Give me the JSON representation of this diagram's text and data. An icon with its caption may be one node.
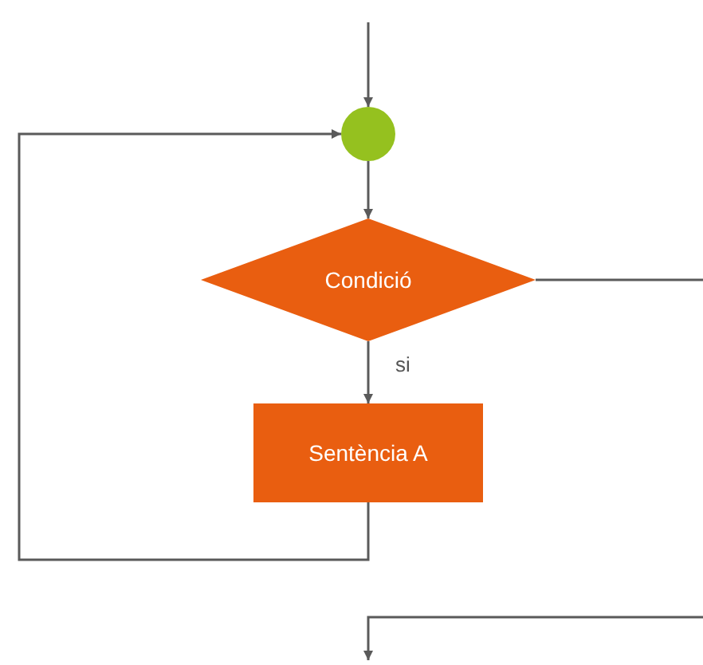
{
  "diagram": {
    "nodes": [
      {
        "text": [],
        "shape": "circle"
      },
      {
        "text": [
          "Condició"
        ]
      },
      {
        "text": [
          "Sentència A"
        ]
      }
    ],
    "edges": [
      {
        "from": null,
        "to": 0,
        "arrow": "to"
      },
      {
        "from": 0,
        "to": 1,
        "arrow": "to"
      },
      {
        "from": 1,
        "to": 2,
        "arrow": "to",
        "label": "si"
      },
      {
        "from": 2,
        "to": 0,
        "arrow": "to"
      },
      {
        "from": 1,
        "to": null,
        "arrow": "to"
      }
    ]
  }
}
